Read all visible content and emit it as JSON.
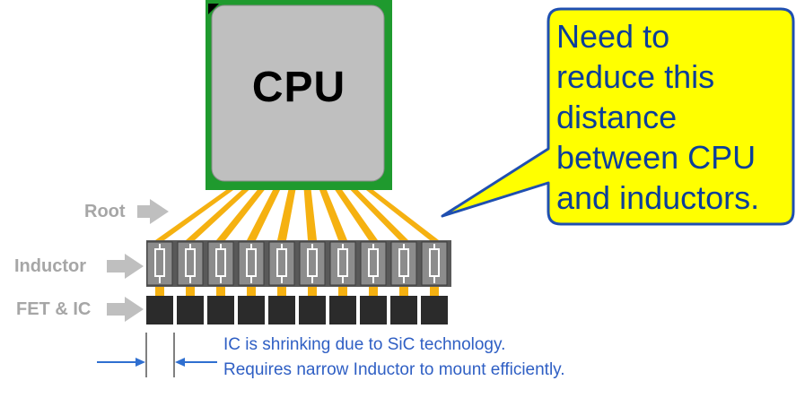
{
  "cpu": {
    "label": "CPU"
  },
  "callout": {
    "text": "Need to\nreduce this\ndistance\nbetween CPU\nand inductors."
  },
  "row_labels": {
    "root": "Root",
    "inductor": "Inductor",
    "fet_ic": "FET & IC"
  },
  "notes": {
    "line1": "IC is shrinking due to SiC technology.",
    "line2": "Requires narrow Inductor to mount efficiently."
  },
  "colors": {
    "cpu_border": "#1f9a2e",
    "cpu_body": "#bfbfbf",
    "lead": "#f5b111",
    "inductor": "#8c8c8c",
    "fet": "#2b2b2b",
    "callout_fill": "#ffff00",
    "callout_border": "#1f4fb0",
    "arrow_gray": "#bfbfbf",
    "dimension_blue": "#2f6fd0"
  },
  "counts": {
    "phases": 10
  }
}
